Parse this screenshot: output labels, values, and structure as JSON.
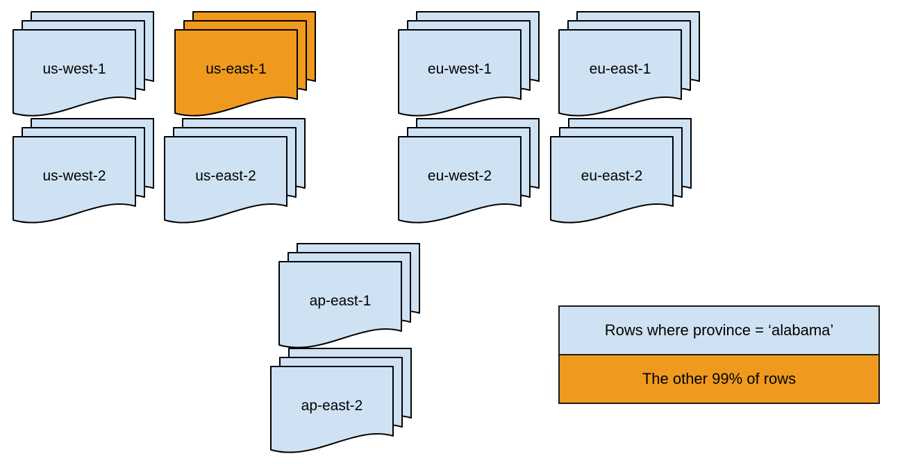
{
  "colors": {
    "light_blue": "#cfe2f3",
    "orange": "#ef9a1f",
    "outline": "#000000",
    "background": "#ffffff"
  },
  "stacks": [
    {
      "label": "us-west-1",
      "color": "blue"
    },
    {
      "label": "us-east-1",
      "color": "orange"
    },
    {
      "label": "eu-west-1",
      "color": "blue"
    },
    {
      "label": "eu-east-1",
      "color": "blue"
    },
    {
      "label": "us-west-2",
      "color": "blue"
    },
    {
      "label": "us-east-2",
      "color": "blue"
    },
    {
      "label": "eu-west-2",
      "color": "blue"
    },
    {
      "label": "eu-east-2",
      "color": "blue"
    },
    {
      "label": "ap-east-1",
      "color": "blue"
    },
    {
      "label": "ap-east-2",
      "color": "blue"
    }
  ],
  "legend": {
    "items": [
      {
        "label": "Rows where province = ‘alabama’",
        "color": "blue"
      },
      {
        "label": "The other 99% of rows",
        "color": "orange"
      }
    ]
  }
}
